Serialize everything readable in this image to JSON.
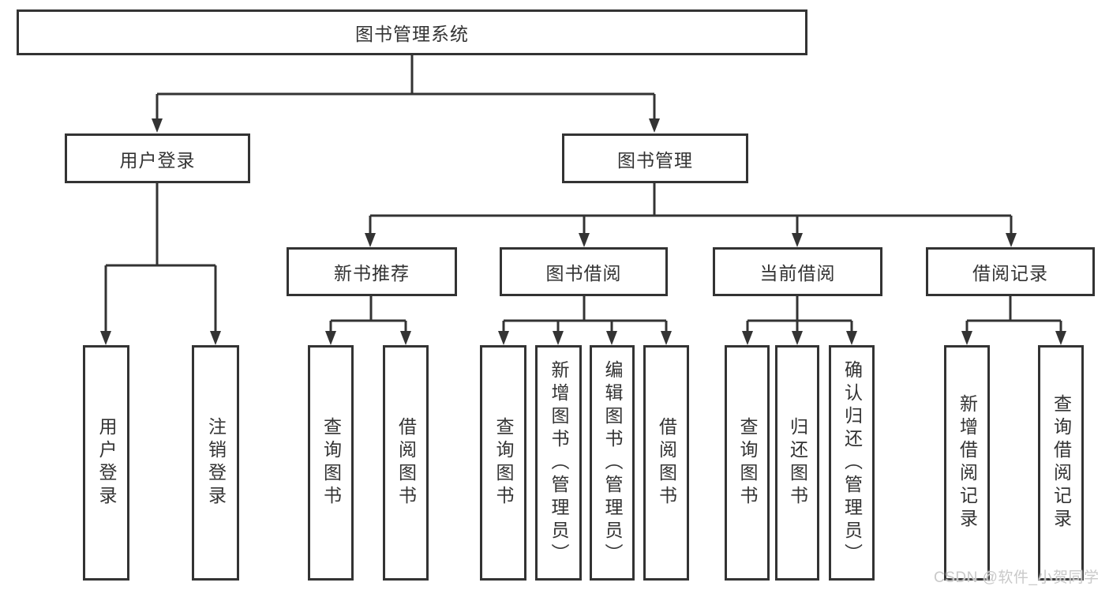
{
  "colors": {
    "background": "#ffffff",
    "line": "#333333",
    "box_border": "#333333",
    "text": "#333333",
    "watermark_text": "#c9c9c9"
  },
  "watermark": "CSDN @软件_小贺同学",
  "tree": {
    "root": {
      "label": "图书管理系统"
    },
    "branches": [
      {
        "label": "用户登录",
        "leaves": [
          {
            "label": "用户登录"
          },
          {
            "label": "注销登录"
          }
        ]
      },
      {
        "label": "图书管理",
        "groups": [
          {
            "label": "新书推荐",
            "leaves": [
              {
                "label": "查询图书"
              },
              {
                "label": "借阅图书"
              }
            ]
          },
          {
            "label": "图书借阅",
            "leaves": [
              {
                "label": "查询图书"
              },
              {
                "label": "新增图书（管理员）"
              },
              {
                "label": "编辑图书（管理员）"
              },
              {
                "label": "借阅图书"
              }
            ]
          },
          {
            "label": "当前借阅",
            "leaves": [
              {
                "label": "查询图书"
              },
              {
                "label": "归还图书"
              },
              {
                "label": "确认归还（管理员）"
              }
            ]
          },
          {
            "label": "借阅记录",
            "leaves": [
              {
                "label": "新增借阅记录"
              },
              {
                "label": "查询借阅记录"
              }
            ]
          }
        ]
      }
    ]
  }
}
